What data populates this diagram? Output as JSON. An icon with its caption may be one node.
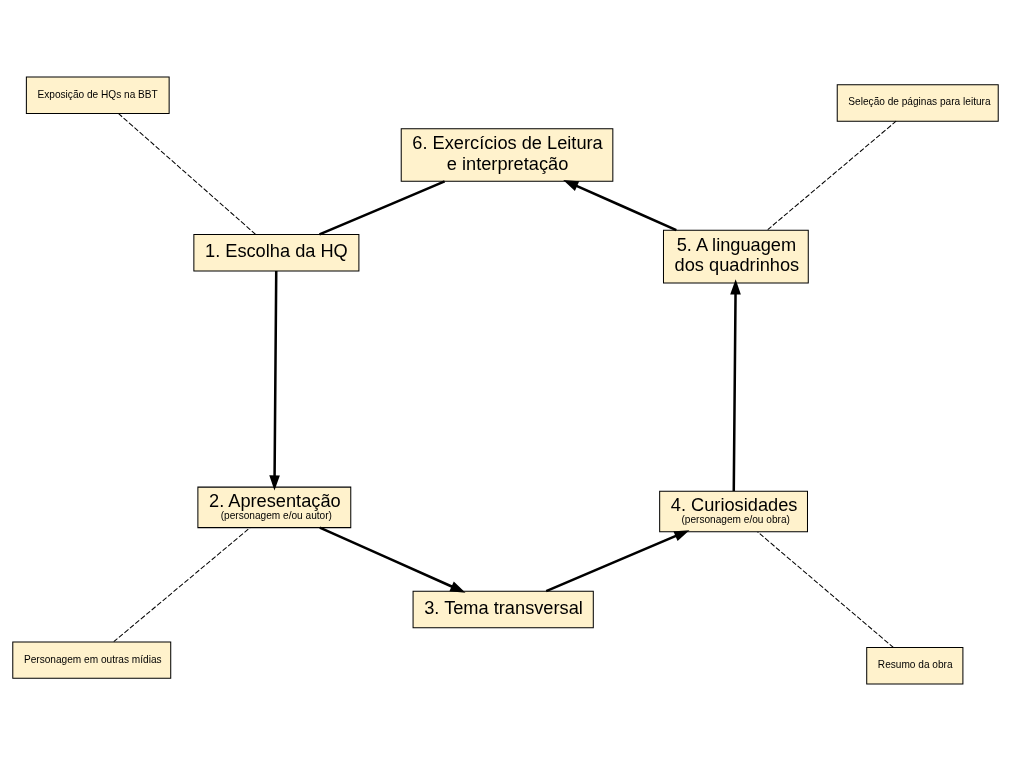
{
  "diagram": {
    "nodes": [
      {
        "text": [
          "1. Escolha da HQ"
        ]
      },
      {
        "text": [
          "2. Apresentação",
          "(personagem e/ou autor)"
        ]
      },
      {
        "text": [
          "3. Tema transversal"
        ]
      },
      {
        "text": [
          "4. Curiosidades",
          "(personagem e/ou obra)"
        ]
      },
      {
        "text": [
          "5. A linguagem dos quadrinhos"
        ]
      },
      {
        "text": [
          "6. Exercícios de Leitura e interpretação"
        ]
      },
      {
        "text": [
          "Exposição de HQs na BBT"
        ]
      },
      {
        "text": [
          "Personagem em outras mídias"
        ]
      },
      {
        "text": [
          "Resumo da obra"
        ]
      },
      {
        "text": [
          "Seleção de páginas para leitura"
        ]
      }
    ],
    "edges": [
      {
        "from": 0,
        "to": 1,
        "arrow": "to"
      },
      {
        "from": 1,
        "to": 2,
        "arrow": "to"
      },
      {
        "from": 2,
        "to": 3,
        "arrow": "to"
      },
      {
        "from": 3,
        "to": 4,
        "arrow": "to"
      },
      {
        "from": 4,
        "to": 5,
        "arrow": "to"
      },
      {
        "from": 5,
        "to": 0,
        "arrow": "none"
      },
      {
        "from": 6,
        "to": 0,
        "arrow": "none",
        "style": "dashed"
      },
      {
        "from": 7,
        "to": 1,
        "arrow": "none",
        "style": "dashed"
      },
      {
        "from": 8,
        "to": 3,
        "arrow": "none",
        "style": "dashed"
      },
      {
        "from": 9,
        "to": 4,
        "arrow": "none",
        "style": "dashed"
      }
    ]
  }
}
